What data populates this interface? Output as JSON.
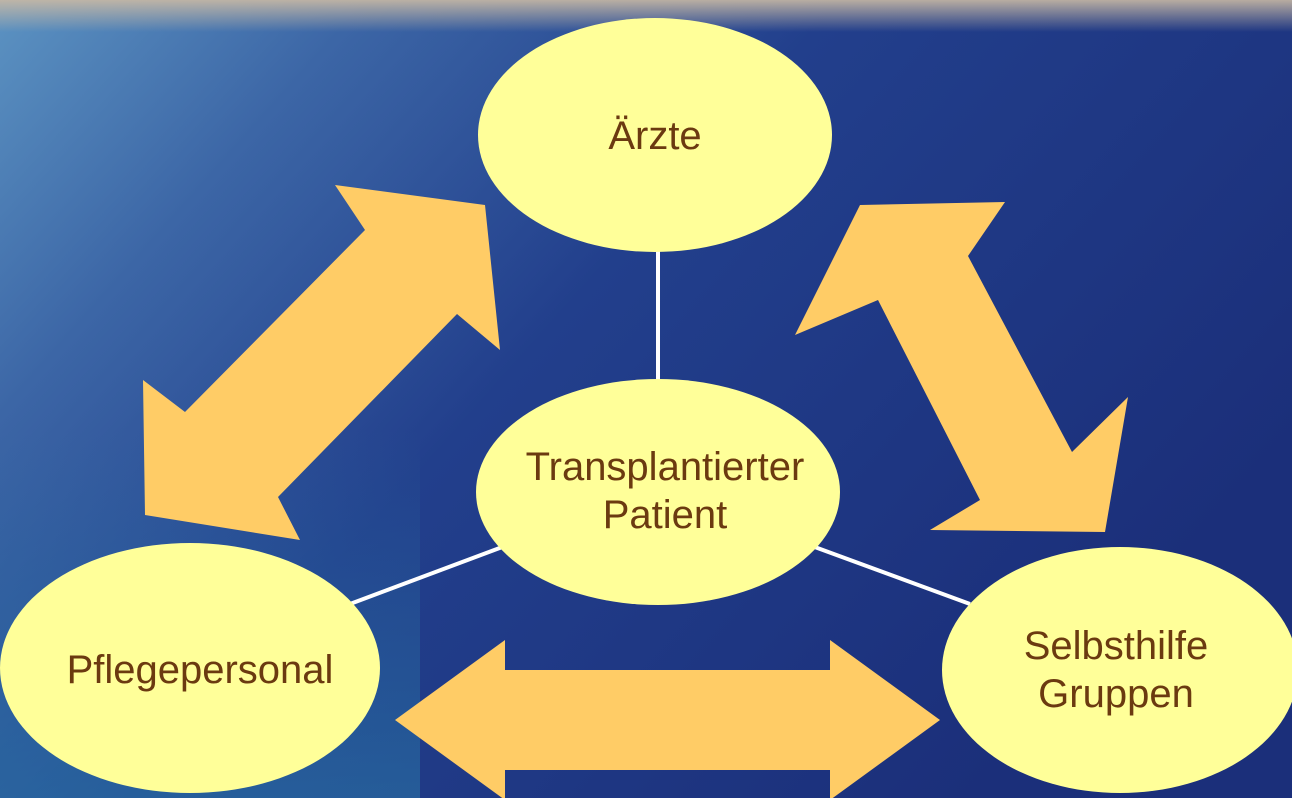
{
  "diagram": {
    "nodes": {
      "aerzte": {
        "label": "Ärzte"
      },
      "patient": {
        "label": "Transplantierter\nPatient"
      },
      "pflegepersonal": {
        "label": "Pflegepersonal"
      },
      "selbsthilfe": {
        "label": "Selbsthilfe\nGruppen"
      }
    },
    "connections": [
      {
        "from": "aerzte",
        "to": "patient",
        "kind": "line"
      },
      {
        "from": "pflegepersonal",
        "to": "patient",
        "kind": "line"
      },
      {
        "from": "selbsthilfe",
        "to": "patient",
        "kind": "line"
      },
      {
        "from": "aerzte",
        "to": "pflegepersonal",
        "kind": "double-arrow"
      },
      {
        "from": "aerzte",
        "to": "selbsthilfe",
        "kind": "double-arrow"
      },
      {
        "from": "pflegepersonal",
        "to": "selbsthilfe",
        "kind": "double-arrow"
      }
    ]
  },
  "colors": {
    "node_fill": "#ffff99",
    "arrow_fill": "#ffcc66",
    "text": "#6b3a10",
    "connector": "#ffffff",
    "sea_dark": "#1a2f7c",
    "sea_light": "#4b86b8"
  }
}
